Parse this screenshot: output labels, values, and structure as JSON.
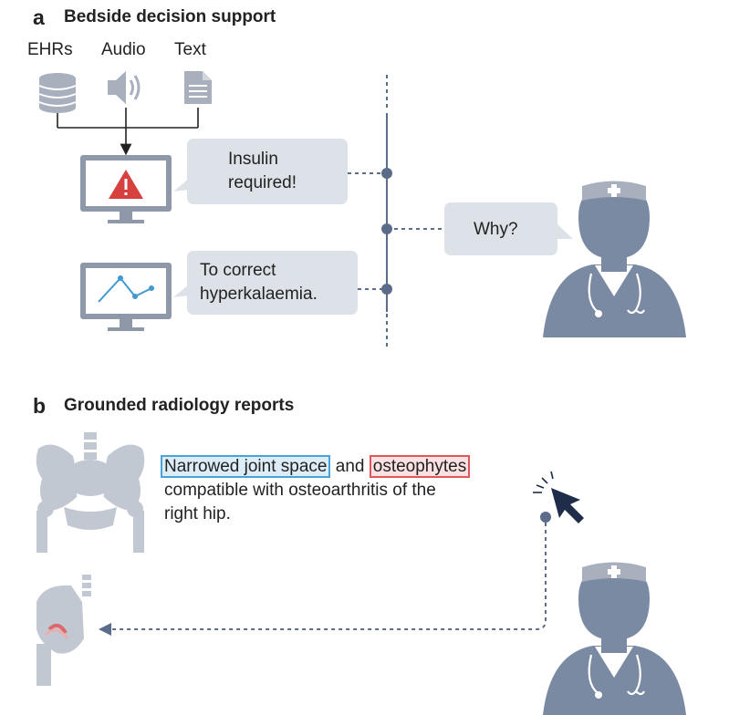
{
  "panel_a": {
    "letter": "a",
    "title": "Bedside decision support",
    "sources": {
      "ehr": "EHRs",
      "audio": "Audio",
      "text": "Text"
    },
    "icons": [
      "database-icon",
      "speaker-icon",
      "document-icon",
      "monitor-icon",
      "warning-icon",
      "line-chart-icon",
      "doctor-icon"
    ],
    "alert_bubble": {
      "line1": "Insulin",
      "line2": "required!"
    },
    "explain_bubble": {
      "line1": "To correct",
      "line2": "hyperkalaemia."
    },
    "question_bubble": "Why?"
  },
  "panel_b": {
    "letter": "b",
    "title": "Grounded radiology reports",
    "report": {
      "phrase_blue": "Narrowed joint space",
      "connector": "and",
      "phrase_red": "osteophytes",
      "line2": "compatible with osteoarthritis of the",
      "line3": "right hip."
    },
    "icons": [
      "pelvis-icon",
      "hip-joint-icon",
      "cursor-icon",
      "doctor-icon"
    ]
  },
  "colors": {
    "icon_gray": "#a8b0bd",
    "figure_gray": "#7a8aa3",
    "line_blue": "#5a6c8a",
    "bubble": "#dde2e8",
    "alert_red": "#d6403f",
    "chart_blue": "#3f9ad0",
    "highlight_blue": "#4aa3d8",
    "highlight_red": "#e0575a",
    "cursor_navy": "#1f2d4a"
  }
}
